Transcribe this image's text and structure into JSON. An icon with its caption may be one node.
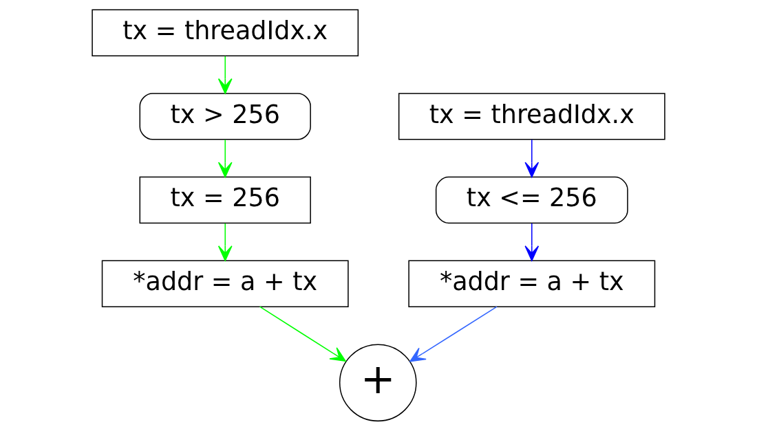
{
  "diagram": {
    "nodes": [
      {
        "text": [
          "tx = threadIdx.x"
        ]
      },
      {
        "text": [
          "tx > 256"
        ]
      },
      {
        "text": [
          "tx = 256"
        ]
      },
      {
        "text": [
          "*addr = a + tx"
        ]
      },
      {
        "text": [
          "tx = threadIdx.x"
        ]
      },
      {
        "text": [
          "tx <= 256"
        ]
      },
      {
        "text": [
          "*addr = a + tx"
        ]
      },
      {
        "text": [
          "+"
        ]
      }
    ],
    "edges": [
      {
        "from": 0,
        "to": 1,
        "arrow": "to",
        "color": "#00ff00"
      },
      {
        "from": 1,
        "to": 2,
        "arrow": "to",
        "color": "#00ff00"
      },
      {
        "from": 2,
        "to": 3,
        "arrow": "to",
        "color": "#00ff00"
      },
      {
        "from": 3,
        "to": 7,
        "arrow": "to",
        "color": "#00ff00"
      },
      {
        "from": 4,
        "to": 5,
        "arrow": "to",
        "color": "#0000ff"
      },
      {
        "from": 5,
        "to": 6,
        "arrow": "to",
        "color": "#0000ff"
      },
      {
        "from": 6,
        "to": 7,
        "arrow": "to",
        "color": "#3366ff"
      }
    ]
  }
}
